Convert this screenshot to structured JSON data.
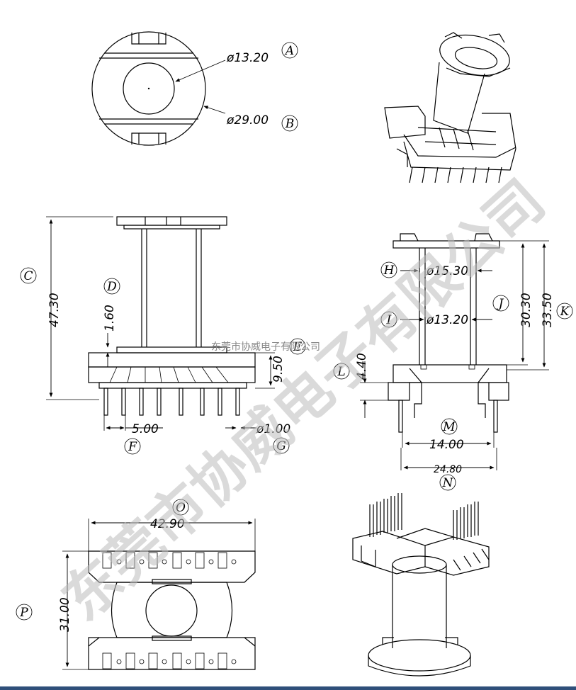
{
  "dimensions": {
    "A": "ø13.20",
    "B": "ø29.00",
    "C": "47.30",
    "D": "1.60",
    "E": "9.50",
    "F": "5.00",
    "G": "ø1.00",
    "H": "ø15.30",
    "I": "ø13.20",
    "J": "30.30",
    "K": "33.50",
    "L": "4.40",
    "M": "14.00",
    "N": "24.80",
    "O": "42.90",
    "P": "31.00"
  },
  "labels": {
    "A": "A",
    "B": "B",
    "C": "C",
    "D": "D",
    "E": "E",
    "F": "F",
    "G": "G",
    "H": "H",
    "I": "I",
    "J": "J",
    "K": "K",
    "L": "L",
    "M": "M",
    "N": "N",
    "O": "O",
    "P": "P"
  },
  "watermark": {
    "large": "东莞市协威电子有限公司",
    "small": "东莞市协威电子有限公司"
  }
}
